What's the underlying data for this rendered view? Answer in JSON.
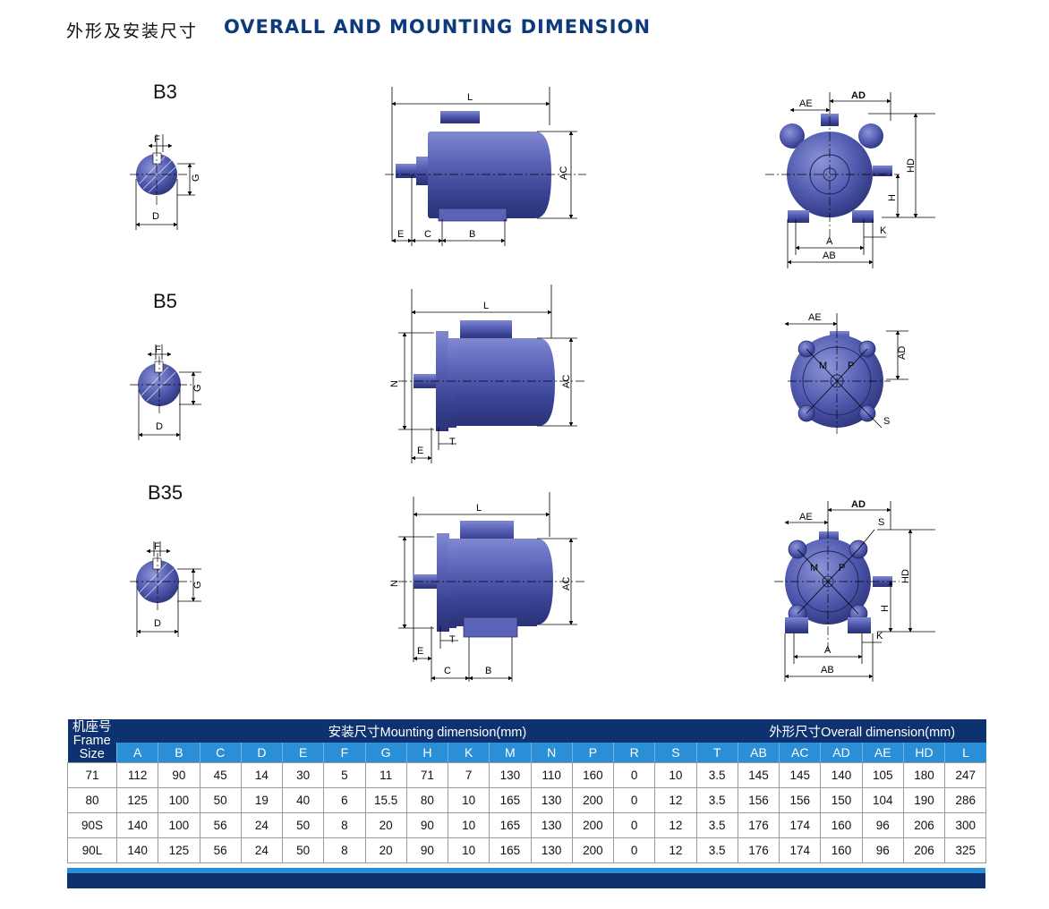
{
  "header": {
    "title_cn": "外形及安装尺寸",
    "title_en": "OVERALL AND MOUNTING DIMENSION"
  },
  "rows": [
    {
      "label": "B3"
    },
    {
      "label": "B5"
    },
    {
      "label": "B35"
    }
  ],
  "dim_labels": {
    "F": "F",
    "G": "G",
    "D": "D",
    "L": "L",
    "AC": "AC",
    "E": "E",
    "C": "C",
    "B": "B",
    "AE": "AE",
    "AD": "AD",
    "HD": "HD",
    "H": "H",
    "A": "A",
    "AB": "AB",
    "K": "K",
    "N": "N",
    "T": "T",
    "M": "M",
    "P": "P",
    "S": "S"
  },
  "table": {
    "frame_header": [
      "机座号",
      "Frame",
      "Size"
    ],
    "group_mount": "安装尺寸Mounting dimension(mm)",
    "group_overall": "外形尺寸Overall dimension(mm)",
    "mount_cols": [
      "A",
      "B",
      "C",
      "D",
      "E",
      "F",
      "G",
      "H",
      "K",
      "M",
      "N",
      "P",
      "R",
      "S",
      "T"
    ],
    "overall_cols": [
      "AB",
      "AC",
      "AD",
      "AE",
      "HD",
      "L"
    ],
    "rows": [
      [
        "71",
        "112",
        "90",
        "45",
        "14",
        "30",
        "5",
        "11",
        "71",
        "7",
        "130",
        "110",
        "160",
        "0",
        "10",
        "3.5",
        "145",
        "145",
        "140",
        "105",
        "180",
        "247"
      ],
      [
        "80",
        "125",
        "100",
        "50",
        "19",
        "40",
        "6",
        "15.5",
        "80",
        "10",
        "165",
        "130",
        "200",
        "0",
        "12",
        "3.5",
        "156",
        "156",
        "150",
        "104",
        "190",
        "286"
      ],
      [
        "90S",
        "140",
        "100",
        "56",
        "24",
        "50",
        "8",
        "20",
        "90",
        "10",
        "165",
        "130",
        "200",
        "0",
        "12",
        "3.5",
        "176",
        "174",
        "160",
        "96",
        "206",
        "300"
      ],
      [
        "90L",
        "140",
        "125",
        "56",
        "24",
        "50",
        "8",
        "20",
        "90",
        "10",
        "165",
        "130",
        "200",
        "0",
        "12",
        "3.5",
        "176",
        "174",
        "160",
        "96",
        "206",
        "325"
      ]
    ]
  },
  "colors": {
    "title_blue": "#0d3a7a",
    "header_dark": "#0e3270",
    "header_light": "#2a8fd6",
    "motor_body": "#4650a8"
  }
}
